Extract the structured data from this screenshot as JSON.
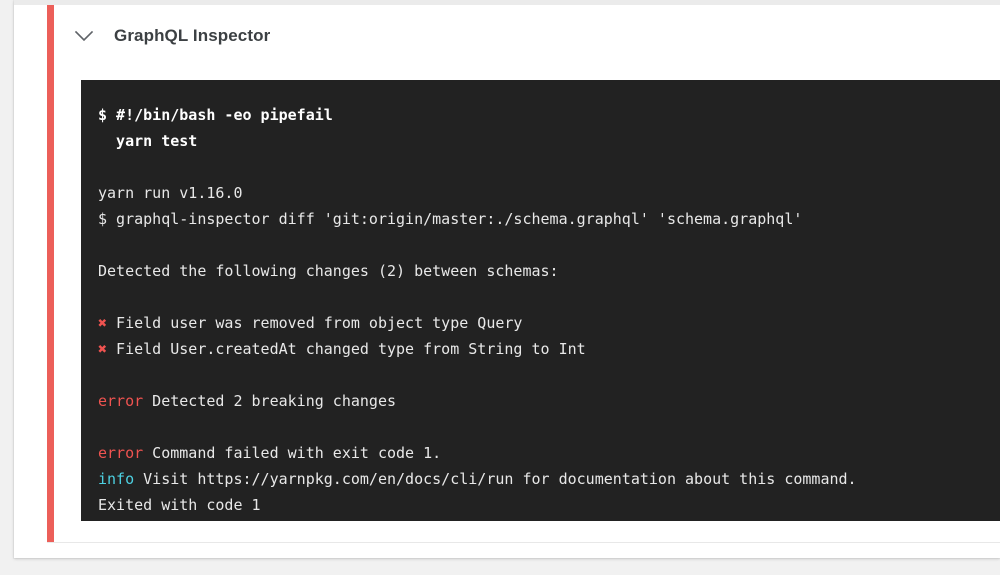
{
  "colors": {
    "status_bar": "#ec5f59",
    "terminal_bg": "#222222",
    "terminal_fg": "#e8e8e8",
    "error": "#ef5350",
    "info": "#4dd0e1",
    "page_bg": "#f1f1f1",
    "card_bg": "#ffffff",
    "title": "#3c4043"
  },
  "header": {
    "icon": "chevron-down-icon",
    "title": "GraphQL Inspector"
  },
  "terminal": {
    "lines": [
      {
        "id": "cmd-shebang",
        "kind": "command",
        "segments": [
          {
            "text": "$ #!/bin/bash -eo pipefail",
            "style": "bold"
          }
        ]
      },
      {
        "id": "cmd-yarn-test",
        "kind": "command",
        "segments": [
          {
            "text": "  yarn test",
            "style": "bold"
          }
        ]
      },
      {
        "id": "blank-1",
        "kind": "blank",
        "segments": [
          {
            "text": "",
            "style": "plain"
          }
        ]
      },
      {
        "id": "out-yarn-version",
        "kind": "output",
        "segments": [
          {
            "text": "yarn run v1.16.0",
            "style": "plain"
          }
        ]
      },
      {
        "id": "out-inspector-diff",
        "kind": "output",
        "segments": [
          {
            "text": "$ graphql-inspector diff 'git:origin/master:./schema.graphql' 'schema.graphql'",
            "style": "plain"
          }
        ]
      },
      {
        "id": "blank-2",
        "kind": "blank",
        "segments": [
          {
            "text": "",
            "style": "plain"
          }
        ]
      },
      {
        "id": "out-detected-changes",
        "kind": "output",
        "segments": [
          {
            "text": "Detected the following changes (2) between schemas:",
            "style": "plain"
          }
        ]
      },
      {
        "id": "blank-3",
        "kind": "blank",
        "segments": [
          {
            "text": "",
            "style": "plain"
          }
        ]
      },
      {
        "id": "change-field-user-removed",
        "kind": "change",
        "segments": [
          {
            "text": "✖",
            "style": "mark-red"
          },
          {
            "text": " Field user was removed from object type Query",
            "style": "plain"
          }
        ]
      },
      {
        "id": "change-createdat-type",
        "kind": "change",
        "segments": [
          {
            "text": "✖",
            "style": "mark-red"
          },
          {
            "text": " Field User.createdAt changed type from String to Int",
            "style": "plain"
          }
        ]
      },
      {
        "id": "blank-4",
        "kind": "blank",
        "segments": [
          {
            "text": "",
            "style": "plain"
          }
        ]
      },
      {
        "id": "err-breaking-changes",
        "kind": "error",
        "segments": [
          {
            "text": "error",
            "style": "red"
          },
          {
            "text": " Detected 2 breaking changes",
            "style": "plain"
          }
        ]
      },
      {
        "id": "blank-5",
        "kind": "blank",
        "segments": [
          {
            "text": "",
            "style": "plain"
          }
        ]
      },
      {
        "id": "err-command-failed",
        "kind": "error",
        "segments": [
          {
            "text": "error",
            "style": "red"
          },
          {
            "text": " Command failed with exit code 1.",
            "style": "plain"
          }
        ]
      },
      {
        "id": "info-visit-docs",
        "kind": "info",
        "segments": [
          {
            "text": "info",
            "style": "cyan"
          },
          {
            "text": " Visit https://yarnpkg.com/en/docs/cli/run for documentation about this command.",
            "style": "plain"
          }
        ]
      },
      {
        "id": "out-exited-code",
        "kind": "output",
        "segments": [
          {
            "text": "Exited with code 1",
            "style": "plain"
          }
        ]
      }
    ]
  }
}
